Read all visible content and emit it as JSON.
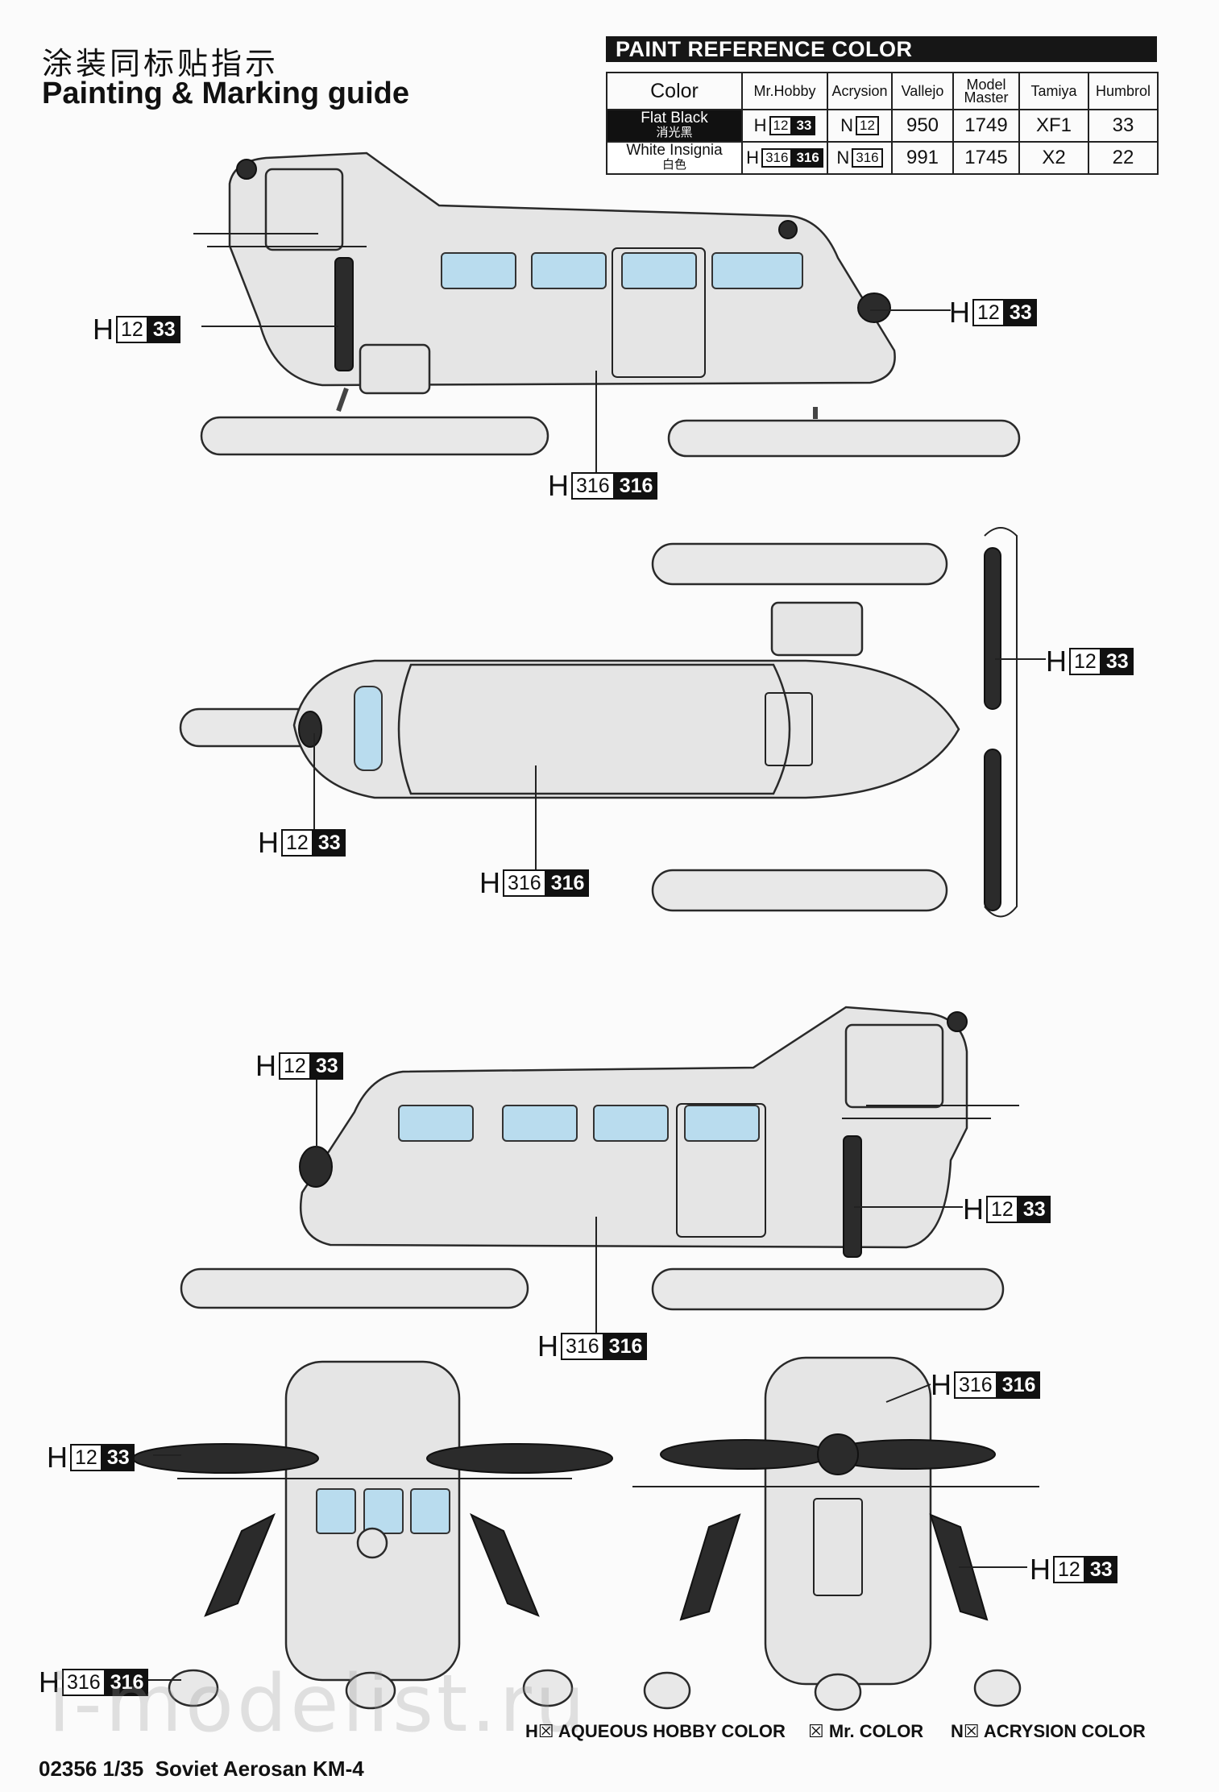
{
  "header": {
    "title_cn": "涂装同标贴指示",
    "title_en": "Painting & Marking guide"
  },
  "reference": {
    "heading": "PAINT  REFERENCE COLOR",
    "columns": [
      "Color",
      "Mr.Hobby",
      "Acrysion",
      "Vallejo",
      "Model Master",
      "Tamiya",
      "Humbrol"
    ],
    "rows": [
      {
        "name_en": "Flat Black",
        "name_cn": "消光黑",
        "mr_hobby": {
          "prefix": "H",
          "a": "12",
          "b": "33"
        },
        "acrysion": {
          "prefix": "N",
          "a": "12"
        },
        "vallejo": "950",
        "model_master": "1749",
        "tamiya": "XF1",
        "humbrol": "33"
      },
      {
        "name_en": "White Insignia",
        "name_cn": "白色",
        "mr_hobby": {
          "prefix": "H",
          "a": "316",
          "b": "316"
        },
        "acrysion": {
          "prefix": "N",
          "a": "316"
        },
        "vallejo": "991",
        "model_master": "1745",
        "tamiya": "X2",
        "humbrol": "22"
      }
    ]
  },
  "callouts": [
    {
      "id": "c1",
      "prefix": "H",
      "a": "12",
      "b": "33"
    },
    {
      "id": "c2",
      "prefix": "H",
      "a": "12",
      "b": "33"
    },
    {
      "id": "c3",
      "prefix": "H",
      "a": "316",
      "b": "316"
    },
    {
      "id": "c4",
      "prefix": "H",
      "a": "12",
      "b": "33"
    },
    {
      "id": "c5",
      "prefix": "H",
      "a": "12",
      "b": "33"
    },
    {
      "id": "c6",
      "prefix": "H",
      "a": "316",
      "b": "316"
    },
    {
      "id": "c7",
      "prefix": "H",
      "a": "12",
      "b": "33"
    },
    {
      "id": "c8",
      "prefix": "H",
      "a": "12",
      "b": "33"
    },
    {
      "id": "c9",
      "prefix": "H",
      "a": "316",
      "b": "316"
    },
    {
      "id": "c10",
      "prefix": "H",
      "a": "12",
      "b": "33"
    },
    {
      "id": "c11",
      "prefix": "H",
      "a": "316",
      "b": "316"
    },
    {
      "id": "c12",
      "prefix": "H",
      "a": "316",
      "b": "316"
    },
    {
      "id": "c13",
      "prefix": "H",
      "a": "12",
      "b": "33"
    }
  ],
  "legend": [
    {
      "prefix": "H",
      "label": "AQUEOUS HOBBY COLOR"
    },
    {
      "prefix": "",
      "label": "Mr. COLOR"
    },
    {
      "prefix": "N",
      "label": "ACRYSION COLOR"
    }
  ],
  "footer": {
    "code": "02356",
    "scale": "1/35",
    "name": "Soviet Aerosan KM-4"
  },
  "watermark": "i-modelist.ru"
}
